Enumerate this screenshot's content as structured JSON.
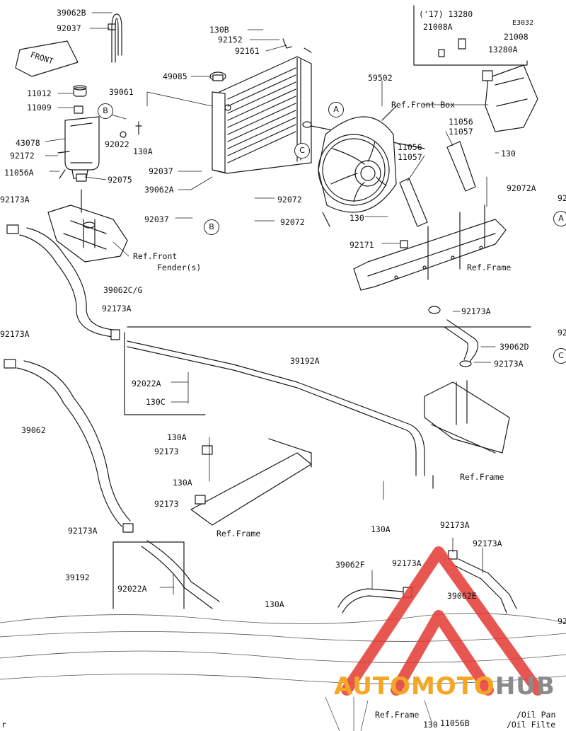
{
  "diagram": {
    "code": "E3032",
    "labels": [
      {
        "id": "l-39062B",
        "text": "39062B"
      },
      {
        "id": "l-92037-top",
        "text": "92037"
      },
      {
        "id": "l-130B",
        "text": "130B"
      },
      {
        "id": "l-92152",
        "text": "92152"
      },
      {
        "id": "l-92161",
        "text": "92161"
      },
      {
        "id": "l-17-13280",
        "text": "('17) 13280"
      },
      {
        "id": "l-21008A",
        "text": "21008A"
      },
      {
        "id": "l-21008",
        "text": "21008"
      },
      {
        "id": "l-13280A",
        "text": "13280A"
      },
      {
        "id": "l-49085",
        "text": "49085"
      },
      {
        "id": "l-39061",
        "text": "39061"
      },
      {
        "id": "l-59502",
        "text": "59502"
      },
      {
        "id": "l-11012",
        "text": "11012"
      },
      {
        "id": "l-11009",
        "text": "11009"
      },
      {
        "id": "l-ref-front-box",
        "text": "Ref.Front Box"
      },
      {
        "id": "l-11056-a",
        "text": "11056"
      },
      {
        "id": "l-11057-a",
        "text": "11057"
      },
      {
        "id": "l-130-right",
        "text": "130"
      },
      {
        "id": "l-11056-b",
        "text": "11056"
      },
      {
        "id": "l-11057-b",
        "text": "11057"
      },
      {
        "id": "l-43078",
        "text": "43078"
      },
      {
        "id": "l-92022",
        "text": "92022"
      },
      {
        "id": "l-130A-tank",
        "text": "130A"
      },
      {
        "id": "l-92172",
        "text": "92172"
      },
      {
        "id": "l-92037-mid",
        "text": "92037"
      },
      {
        "id": "l-11056A",
        "text": "11056A"
      },
      {
        "id": "l-92075",
        "text": "92075"
      },
      {
        "id": "l-39062A",
        "text": "39062A"
      },
      {
        "id": "l-92072A",
        "text": "92072A"
      },
      {
        "id": "l-92173A-left1",
        "text": "92173A"
      },
      {
        "id": "l-92072-1",
        "text": "92072"
      },
      {
        "id": "l-92037-low",
        "text": "92037"
      },
      {
        "id": "l-130-fan",
        "text": "130"
      },
      {
        "id": "l-92072-2",
        "text": "92072"
      },
      {
        "id": "l-ref-front-fender",
        "text": "Ref.Front"
      },
      {
        "id": "l-fender-s",
        "text": "Fender(s)"
      },
      {
        "id": "l-92171",
        "text": "92171"
      },
      {
        "id": "l-ref-frame-1",
        "text": "Ref.Frame"
      },
      {
        "id": "l-39062CG",
        "text": "39062C/G"
      },
      {
        "id": "l-92173A-mid",
        "text": "92173A"
      },
      {
        "id": "l-92173A-r1",
        "text": "92173A"
      },
      {
        "id": "l-92173A-left2",
        "text": "92173A"
      },
      {
        "id": "l-39062D",
        "text": "39062D"
      },
      {
        "id": "l-39192A",
        "text": "39192A"
      },
      {
        "id": "l-92173A-r2",
        "text": "92173A"
      },
      {
        "id": "l-92022A",
        "text": "92022A"
      },
      {
        "id": "l-130C",
        "text": "130C"
      },
      {
        "id": "l-39062",
        "text": "39062"
      },
      {
        "id": "l-130A-b1",
        "text": "130A"
      },
      {
        "id": "l-92173-1",
        "text": "92173"
      },
      {
        "id": "l-ref-frame-2",
        "text": "Ref.Frame"
      },
      {
        "id": "l-130A-b2",
        "text": "130A"
      },
      {
        "id": "l-92173-2",
        "text": "92173"
      },
      {
        "id": "l-130A-b3",
        "text": "130A"
      },
      {
        "id": "l-ref-frame-3",
        "text": "Ref.Frame"
      },
      {
        "id": "l-92173A-bl",
        "text": "92173A"
      },
      {
        "id": "l-92173A-br1",
        "text": "92173A"
      },
      {
        "id": "l-92173A-br2",
        "text": "92173A"
      },
      {
        "id": "l-39062F",
        "text": "39062F"
      },
      {
        "id": "l-92173A-bm",
        "text": "92173A"
      },
      {
        "id": "l-39192",
        "text": "39192"
      },
      {
        "id": "l-92022A-b",
        "text": "92022A"
      },
      {
        "id": "l-130A-b4",
        "text": "130A"
      },
      {
        "id": "l-39062E",
        "text": "39062E"
      },
      {
        "id": "l-ref-frame-4",
        "text": "Ref.Frame"
      },
      {
        "id": "l-11056B",
        "text": "11056B"
      },
      {
        "id": "l-130-bottom",
        "text": "130"
      },
      {
        "id": "l-oil-filter",
        "text": "/Oil Filte"
      },
      {
        "id": "l-oil-pan",
        "text": "/Oil Pan"
      },
      {
        "id": "l-r-edge",
        "text": "r"
      },
      {
        "id": "l-edge-92a",
        "text": "92"
      },
      {
        "id": "l-edge-92b",
        "text": "92"
      },
      {
        "id": "l-edge-92c",
        "text": "92"
      }
    ],
    "callouts": [
      {
        "id": "c-A-rad",
        "text": "A"
      },
      {
        "id": "c-B-tank",
        "text": "B"
      },
      {
        "id": "c-C-rad",
        "text": "C"
      },
      {
        "id": "c-B-hose",
        "text": "B"
      },
      {
        "id": "c-A-edge",
        "text": "A"
      },
      {
        "id": "c-C-edge",
        "text": "C"
      }
    ],
    "front_sign": "FRONT"
  },
  "watermark": {
    "brand_part1": "AUTOMOTO",
    "brand_part2": "HUB",
    "color_part1": "#f5a623",
    "color_part2": "#8a8a8a",
    "logo_color": "#e53935",
    "logo_icon": "triangle-logo"
  },
  "colors": {
    "line": "#1a1a1a",
    "background": "#ffffff"
  }
}
